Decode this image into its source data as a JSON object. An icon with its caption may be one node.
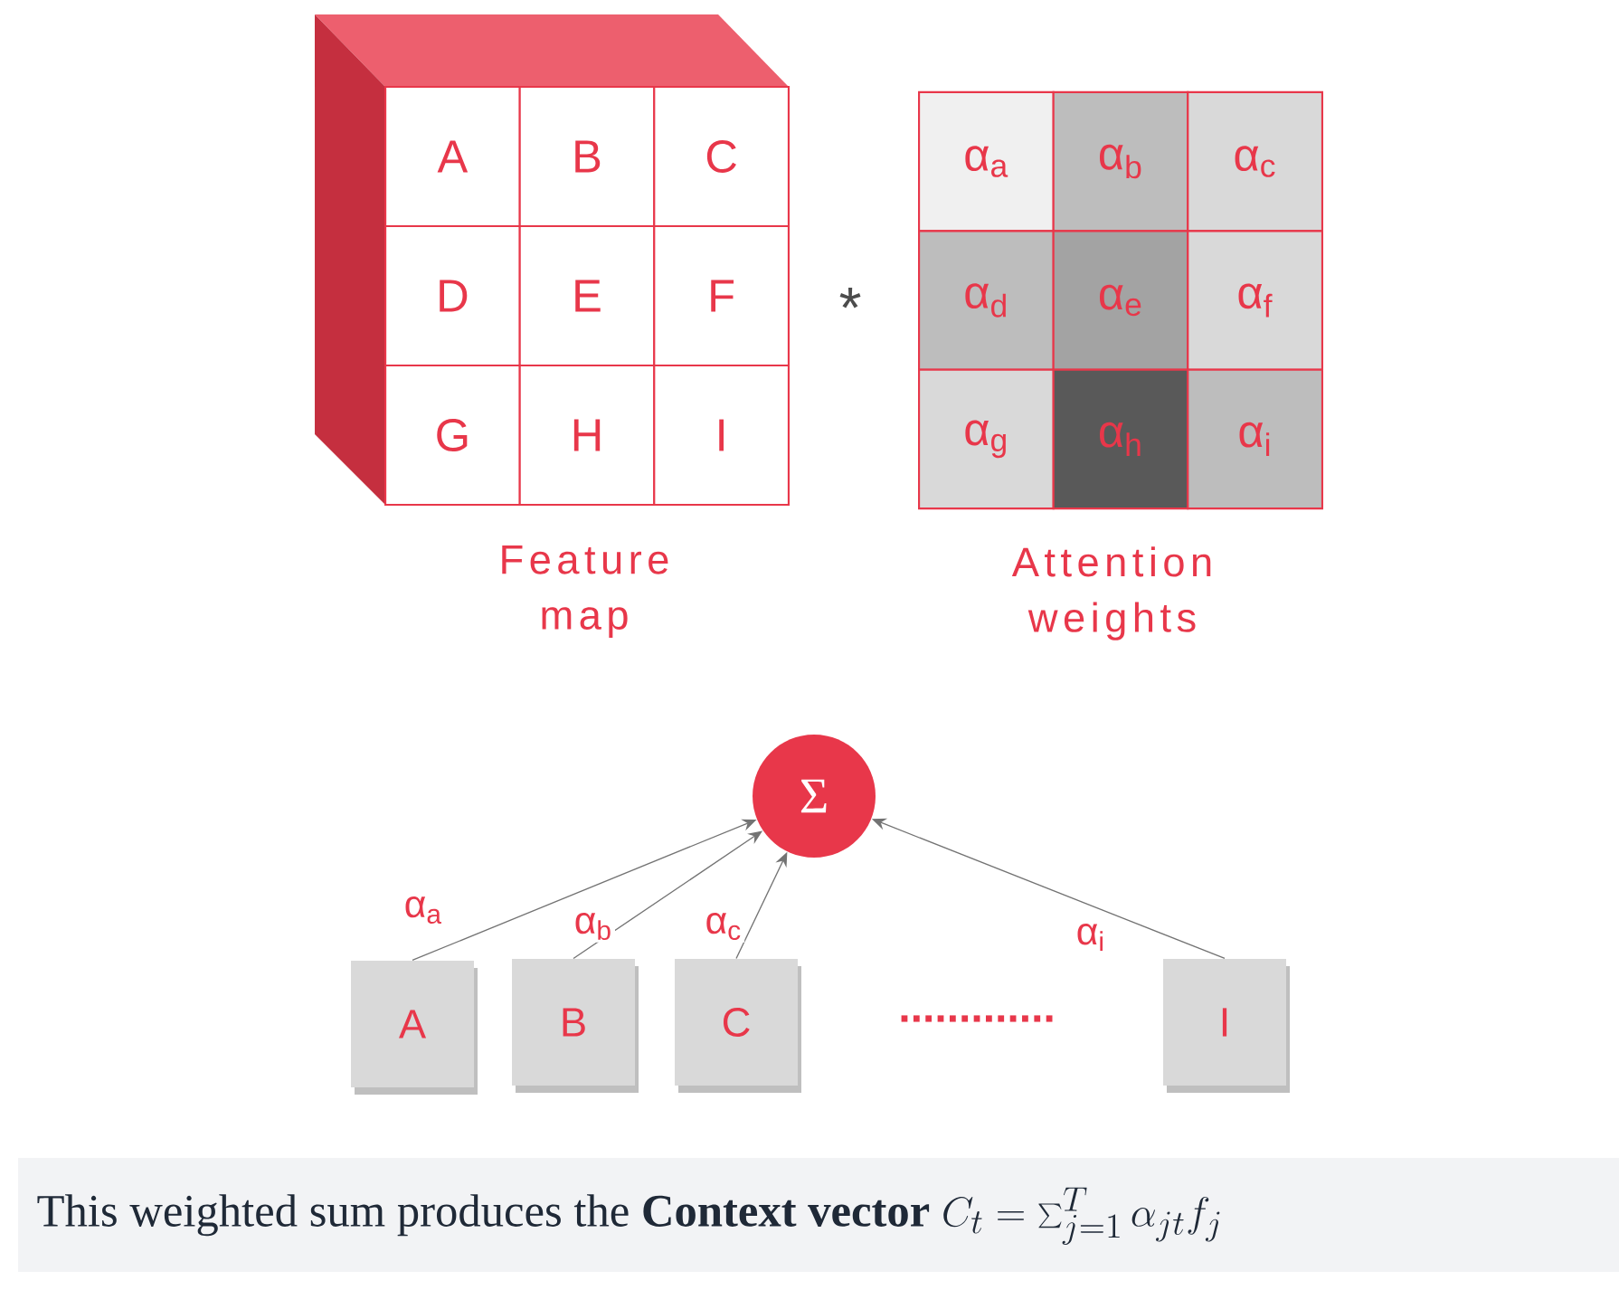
{
  "diagram": {
    "caption": "This weighted sum produces the **Context vector**",
    "nodes": [
      {
        "text": [
          "Feature map"
        ]
      },
      {
        "text": [
          "A"
        ],
        "in": 0
      },
      {
        "text": [
          "B"
        ],
        "in": 0
      },
      {
        "text": [
          "C"
        ],
        "in": 0
      },
      {
        "text": [
          "D"
        ],
        "in": 0
      },
      {
        "text": [
          "E"
        ],
        "in": 0
      },
      {
        "text": [
          "F"
        ],
        "in": 0
      },
      {
        "text": [
          "G"
        ],
        "in": 0
      },
      {
        "text": [
          "H"
        ],
        "in": 0
      },
      {
        "text": [
          "I"
        ],
        "in": 0
      },
      {
        "text": [
          "Attention weights"
        ]
      },
      {
        "text": [
          "α$_{a}$"
        ],
        "in": 10
      },
      {
        "text": [
          "α$_{b}$"
        ],
        "in": 10
      },
      {
        "text": [
          "α$_{c}$"
        ],
        "in": 10
      },
      {
        "text": [
          "α$_{d}$"
        ],
        "in": 10
      },
      {
        "text": [
          "α$_{e}$"
        ],
        "in": 10
      },
      {
        "text": [
          "α$_{f}$"
        ],
        "in": 10
      },
      {
        "text": [
          "α$_{g}$"
        ],
        "in": 10
      },
      {
        "text": [
          "α$_{h}$"
        ],
        "in": 10
      },
      {
        "text": [
          "α$_{i}$"
        ],
        "in": 10
      },
      {
        "text": [
          "Σ"
        ]
      },
      {
        "text": [
          "A"
        ]
      },
      {
        "text": [
          "B"
        ]
      },
      {
        "text": [
          "C"
        ]
      },
      {
        "text": [
          "I"
        ]
      }
    ],
    "edges": [
      {
        "from": 21,
        "to": 20,
        "arrow": "to",
        "label": "α$_{a}$"
      },
      {
        "from": 22,
        "to": 20,
        "arrow": "to",
        "label": "α$_{b}$"
      },
      {
        "from": 23,
        "to": 20,
        "arrow": "to",
        "label": "α$_{c}$"
      },
      {
        "from": 24,
        "to": 20,
        "arrow": "to",
        "label": "α$_{i}$"
      }
    ],
    "labels": [
      "*",
      ".............",
      "C_t = \\sum_{j=1}^{T} \\alpha_{jt} f_j"
    ]
  }
}
